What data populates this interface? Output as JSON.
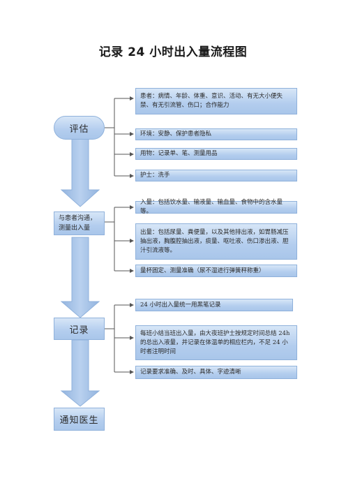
{
  "title": "记录 24 小时出入量流程图",
  "steps": [
    {
      "label": "评估",
      "details": [
        "患者：病情、年龄、体重、意识、活动、有无大小便失禁、有无引流管、伤口；合作能力",
        "环境：安静、保护患者隐私",
        "用物：记录单、笔、测量用品",
        "护士：洗手"
      ]
    },
    {
      "label": "与患者沟通，测量出入量",
      "details": [
        "入量：包括饮水量、输液量、输血量、食物中的含水量等。",
        "出量：包括尿量、粪便量，以及其他排出液，如胃肠减压抽出液，胸腹腔抽出液，痰量、呕吐液、伤口渗出液、胆汁引流液等。",
        "量杯固定、测量准确（尿不湿进行弹簧秤称重）"
      ]
    },
    {
      "label": "记录",
      "details": [
        "24 小时出入量统一用黑笔记录",
        "每班小结当班出入量，由大夜班护士按规定时间总结 24h 的总出入液量，并记录在体温单的相应栏内，不足 24 小时者注明时间",
        "记录要求准确、及时、具体、字迹清晰"
      ]
    },
    {
      "label": "通知医生",
      "details": []
    }
  ],
  "colors": {
    "box_fill_top": "#d7e6f7",
    "box_fill_bottom": "#a9c6ea",
    "box_border": "#8fb1db",
    "arrow_fill": "#a7c3e6",
    "connector": "#555555"
  }
}
